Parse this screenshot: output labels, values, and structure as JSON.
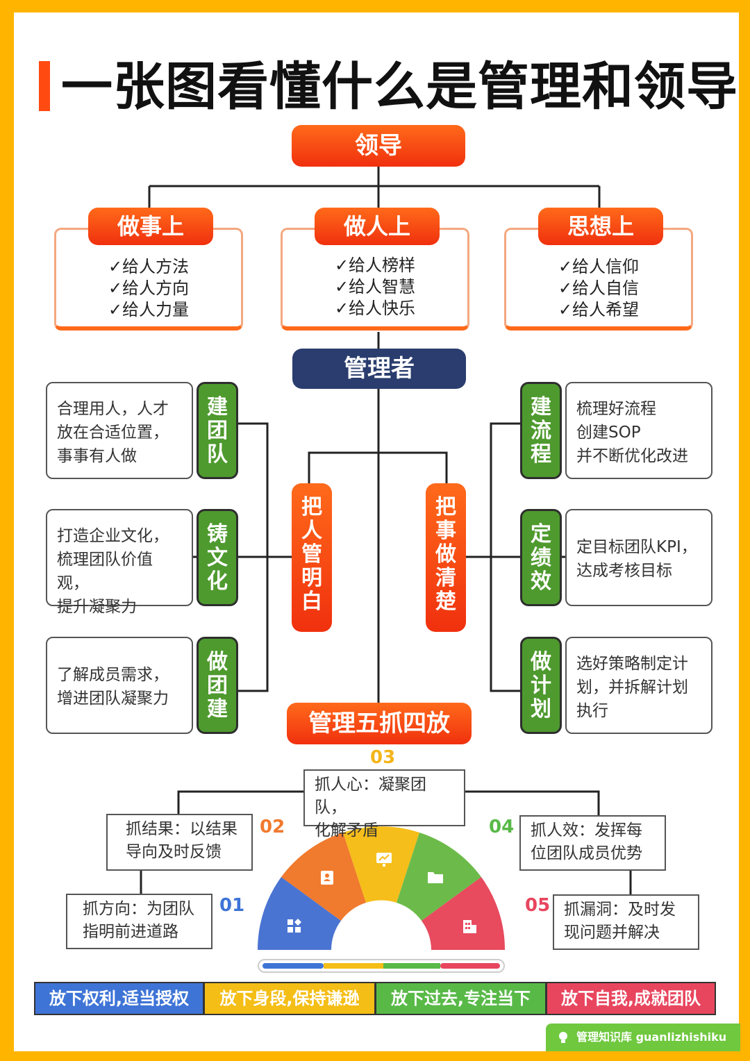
{
  "title": "一张图看懂什么是管理和领导",
  "leader": "领导",
  "branches": [
    {
      "head": "做事上",
      "items": [
        "✓给人方法",
        "✓给人方向",
        "✓给人力量"
      ]
    },
    {
      "head": "做人上",
      "items": [
        "✓给人榜样",
        "✓给人智慧",
        "✓给人快乐"
      ]
    },
    {
      "head": "思想上",
      "items": [
        "✓给人信仰",
        "✓给人自信",
        "✓给人希望"
      ]
    }
  ],
  "manager": "管理者",
  "left_items": [
    {
      "tab": [
        "建",
        "团",
        "队"
      ],
      "lines": [
        "合理用人，人才",
        "放在合适位置，",
        "事事有人做"
      ]
    },
    {
      "tab": [
        "铸",
        "文",
        "化"
      ],
      "lines": [
        "打造企业文化，",
        "梳理团队价值观，",
        "提升凝聚力"
      ]
    },
    {
      "tab": [
        "做",
        "团",
        "建"
      ],
      "lines": [
        "了解成员需求，",
        "增进团队凝聚力"
      ]
    }
  ],
  "right_items": [
    {
      "tab": [
        "建",
        "流",
        "程"
      ],
      "lines": [
        "梳理好流程",
        "创建SOP",
        "并不断优化改进"
      ]
    },
    {
      "tab": [
        "定",
        "绩",
        "效"
      ],
      "lines": [
        "定目标团队KPI，",
        "达成考核目标"
      ]
    },
    {
      "tab": [
        "做",
        "计",
        "划"
      ],
      "lines": [
        "选好策略制定计",
        "划，并拆解计划",
        "执行"
      ]
    }
  ],
  "center_left": [
    "把",
    "人",
    "管",
    "明",
    "白"
  ],
  "center_right": [
    "把",
    "事",
    "做",
    "清",
    "楚"
  ],
  "five_four": "管理五抓四放",
  "grabs": [
    {
      "num": "03",
      "lines": [
        "抓人心：凝聚团队，",
        "化解矛盾"
      ]
    },
    {
      "num": "02",
      "lines": [
        "抓结果：以结果",
        "导向及时反馈"
      ]
    },
    {
      "num": "04",
      "lines": [
        "抓人效：发挥每",
        "位团队成员优势"
      ]
    },
    {
      "num": "01",
      "lines": [
        "抓方向：为团队",
        "指明前进道路"
      ]
    },
    {
      "num": "05",
      "lines": [
        "抓漏洞：及时发",
        "现问题并解决"
      ]
    }
  ],
  "gauge_icons": [
    "dashboard-icon",
    "contact-card-icon",
    "chart-monitor-icon",
    "folder-icon",
    "building-icon"
  ],
  "letgo": [
    "放下权利,适当授权",
    "放下身段,保持谦逊",
    "放下过去,专注当下",
    "放下自我,成就团队"
  ],
  "colors": {
    "blue": "#3E74D6",
    "yellow": "#F4BE16",
    "green": "#58B947",
    "red": "#E8465E",
    "orange": "#F0782E"
  },
  "brand": "管理知识库 guanlizhishiku"
}
